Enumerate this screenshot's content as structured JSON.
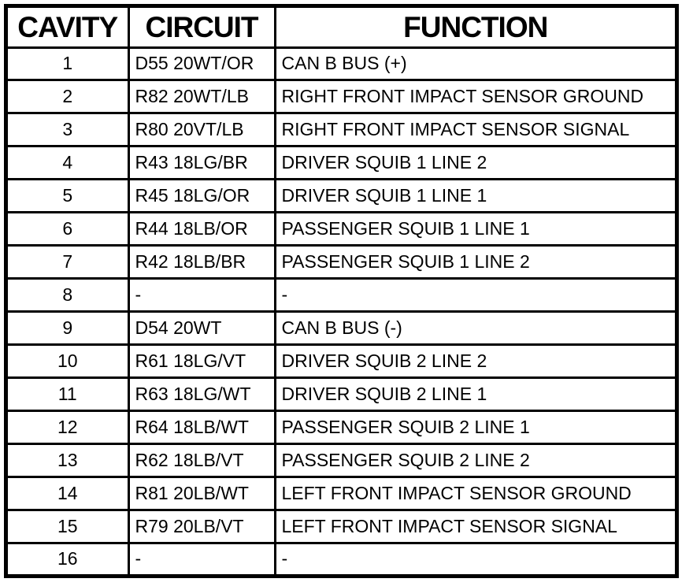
{
  "colors": {
    "background": "#ffffff",
    "border": "#000000",
    "text": "#000000"
  },
  "table": {
    "columns": [
      "CAVITY",
      "CIRCUIT",
      "FUNCTION"
    ],
    "rows": [
      {
        "cavity": "1",
        "circuit": "D55 20WT/OR",
        "function": "CAN B BUS (+)"
      },
      {
        "cavity": "2",
        "circuit": "R82 20WT/LB",
        "function": "RIGHT FRONT IMPACT SENSOR GROUND"
      },
      {
        "cavity": "3",
        "circuit": "R80 20VT/LB",
        "function": "RIGHT FRONT IMPACT SENSOR SIGNAL"
      },
      {
        "cavity": "4",
        "circuit": "R43 18LG/BR",
        "function": "DRIVER SQUIB 1 LINE 2"
      },
      {
        "cavity": "5",
        "circuit": "R45 18LG/OR",
        "function": "DRIVER SQUIB 1 LINE 1"
      },
      {
        "cavity": "6",
        "circuit": "R44 18LB/OR",
        "function": "PASSENGER SQUIB 1 LINE 1"
      },
      {
        "cavity": "7",
        "circuit": "R42 18LB/BR",
        "function": "PASSENGER SQUIB 1 LINE 2"
      },
      {
        "cavity": "8",
        "circuit": "-",
        "function": "-"
      },
      {
        "cavity": "9",
        "circuit": "D54 20WT",
        "function": "CAN B BUS (-)"
      },
      {
        "cavity": "10",
        "circuit": "R61 18LG/VT",
        "function": "DRIVER SQUIB 2 LINE 2"
      },
      {
        "cavity": "11",
        "circuit": "R63 18LG/WT",
        "function": "DRIVER SQUIB 2 LINE 1"
      },
      {
        "cavity": "12",
        "circuit": "R64 18LB/WT",
        "function": "PASSENGER SQUIB 2 LINE 1"
      },
      {
        "cavity": "13",
        "circuit": "R62 18LB/VT",
        "function": "PASSENGER SQUIB 2 LINE 2"
      },
      {
        "cavity": "14",
        "circuit": "R81 20LB/WT",
        "function": "LEFT FRONT IMPACT SENSOR GROUND"
      },
      {
        "cavity": "15",
        "circuit": "R79 20LB/VT",
        "function": "LEFT FRONT IMPACT SENSOR SIGNAL"
      },
      {
        "cavity": "16",
        "circuit": "-",
        "function": "-"
      }
    ]
  }
}
